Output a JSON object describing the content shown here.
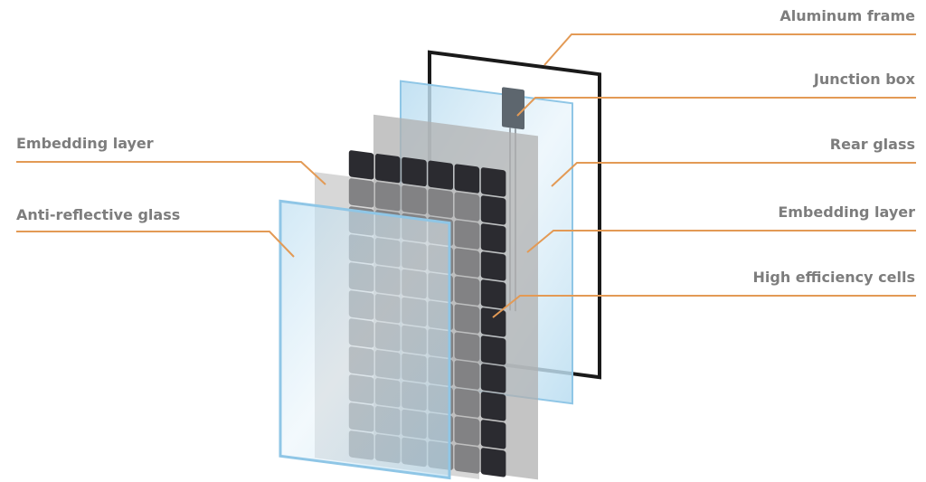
{
  "diagram": {
    "type": "exploded solar panel layers",
    "labels_right": [
      {
        "id": "aluminum-frame",
        "text": "Aluminum frame"
      },
      {
        "id": "junction-box",
        "text": "Junction box"
      },
      {
        "id": "rear-glass",
        "text": "Rear glass"
      },
      {
        "id": "embedding-layer-rear",
        "text": "Embedding layer"
      },
      {
        "id": "high-efficiency-cells",
        "text": "High efficiency cells"
      }
    ],
    "labels_left": [
      {
        "id": "embedding-layer-front",
        "text": "Embedding layer"
      },
      {
        "id": "anti-reflective-glass",
        "text": "Anti-reflective glass"
      }
    ],
    "cell_grid": {
      "columns": 6,
      "rows": 11
    },
    "colors": {
      "leader": "#e39a55",
      "label": "#7d7d7d",
      "glass": "#bfe0f2",
      "cells": "#2b2b30",
      "embedding": "#b4b4b4",
      "frame": "#1a1a1a"
    }
  }
}
